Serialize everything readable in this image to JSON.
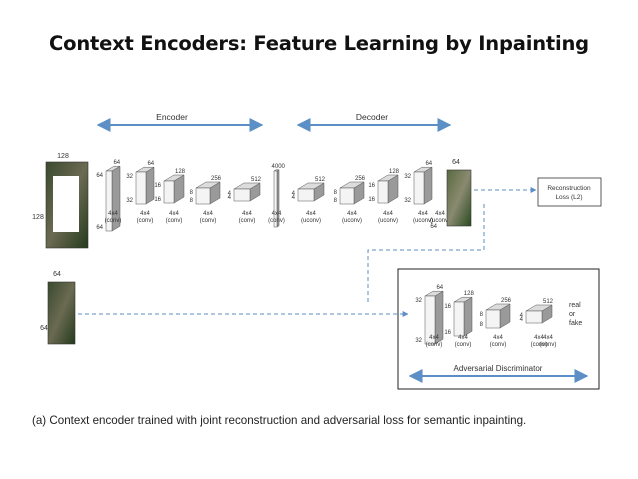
{
  "title": "Context Encoders: Feature Learning by Inpainting",
  "caption": "(a) Context encoder trained with joint reconstruction and adversarial loss for semantic inpainting.",
  "colors": {
    "arrow": "#5b8fc6",
    "dashed": "#5b8fc6",
    "block_face": "#f4f4f4",
    "block_side": "#9a9a9a",
    "box_border": "#222222"
  },
  "diagram": {
    "encoder_label": "Encoder",
    "decoder_label": "Decoder",
    "recon_label_1": "Reconstruction",
    "recon_label_2": "Loss (L2)",
    "adv_label": "Adversarial Discriminator",
    "real_label": "real",
    "or_label": "or",
    "fake_label": "fake",
    "input_size_top": "128",
    "input_size_left": "128",
    "output_size": "64",
    "disc_input_top": "64",
    "disc_input_left": "64",
    "main_blocks": [
      {
        "a": "64",
        "b": "64",
        "c": "64",
        "k": "4x4",
        "t": "(conv)"
      },
      {
        "a": "32",
        "b": "64",
        "c": "32",
        "k": "4x4",
        "t": "(conv)"
      },
      {
        "a": "16",
        "b": "128",
        "c": "16",
        "k": "4x4",
        "t": "(conv)"
      },
      {
        "a": "8",
        "b": "256",
        "c": "8",
        "k": "4x4",
        "t": "(conv)"
      },
      {
        "a": "4",
        "b": "512",
        "c": "4",
        "k": "4x4",
        "t": "(conv)"
      },
      {
        "a": "",
        "b": "4000",
        "c": "",
        "k": "4x4",
        "t": "(conv)"
      },
      {
        "a": "4",
        "b": "512",
        "c": "4",
        "k": "4x4",
        "t": "(uconv)"
      },
      {
        "a": "8",
        "b": "256",
        "c": "8",
        "k": "4x4",
        "t": "(uconv)"
      },
      {
        "a": "16",
        "b": "128",
        "c": "16",
        "k": "4x4",
        "t": "(uconv)"
      },
      {
        "a": "32",
        "b": "64",
        "c": "32",
        "k": "4x4",
        "t": "(uconv)"
      },
      {
        "a": "",
        "b": "",
        "c": "64",
        "k": "4x4",
        "t": "(uconv)"
      }
    ],
    "disc_blocks": [
      {
        "a": "32",
        "b": "64",
        "c": "32",
        "k": "4x4",
        "t": "(conv)"
      },
      {
        "a": "16",
        "b": "128",
        "c": "16",
        "k": "4x4",
        "t": "(conv)"
      },
      {
        "a": "8",
        "b": "256",
        "c": "8",
        "k": "4x4",
        "t": "(conv)"
      },
      {
        "a": "4",
        "b": "512",
        "c": "4",
        "k": "4x4",
        "t": "(conv)"
      },
      {
        "a": "",
        "b": "",
        "c": "",
        "k": "4x4",
        "t": "(conv)"
      }
    ]
  }
}
